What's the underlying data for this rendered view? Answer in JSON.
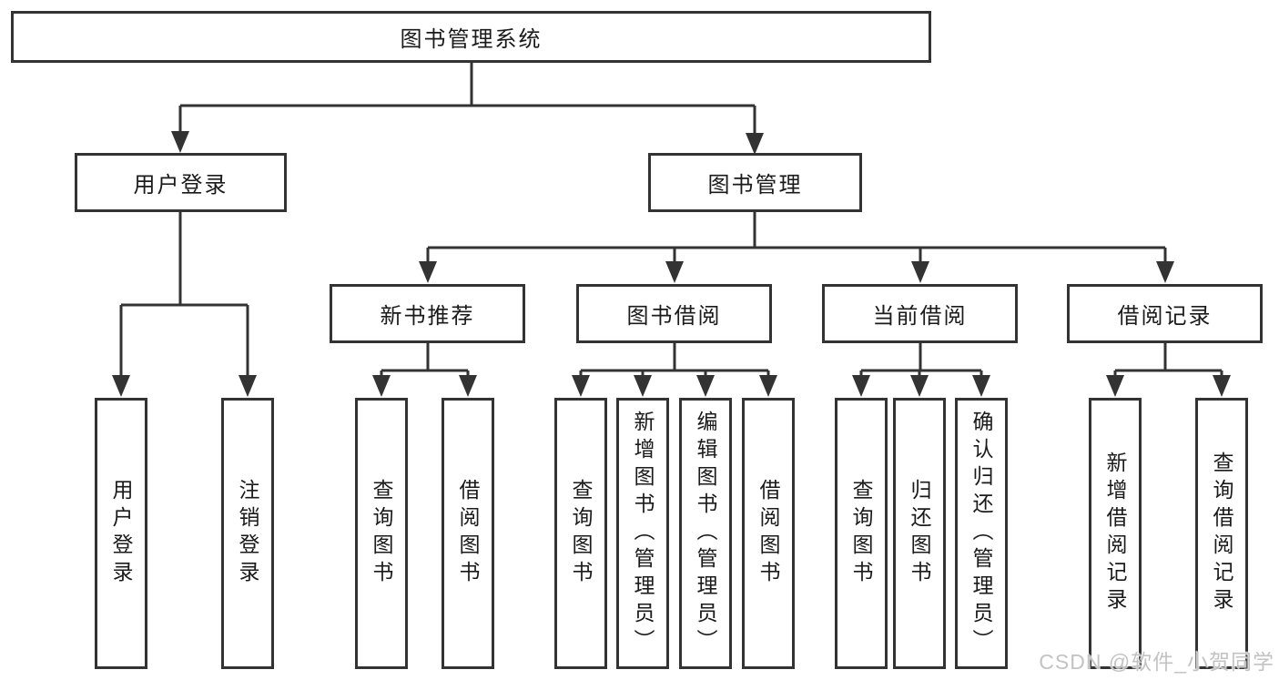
{
  "diagram": {
    "root": {
      "label": "图书管理系统"
    },
    "level2": [
      {
        "id": "user-login",
        "label": "用户登录"
      },
      {
        "id": "book-management",
        "label": "图书管理"
      }
    ],
    "level3": [
      {
        "id": "new-book-recommend",
        "label": "新书推荐"
      },
      {
        "id": "book-borrow",
        "label": "图书借阅"
      },
      {
        "id": "current-borrow",
        "label": "当前借阅"
      },
      {
        "id": "borrow-record",
        "label": "借阅记录"
      }
    ],
    "leaves": {
      "user_login": [
        "用户登录",
        "注销登录"
      ],
      "new_book_recommend": [
        "查询图书",
        "借阅图书"
      ],
      "book_borrow": [
        "查询图书",
        "新增图书（管理员）",
        "编辑图书（管理员）",
        "借阅图书"
      ],
      "current_borrow": [
        "查询图书",
        "归还图书",
        "确认归还（管理员）"
      ],
      "borrow_record": [
        "新增借阅记录",
        "查询借阅记录"
      ]
    }
  },
  "watermark": "CSDN @软件_小贺同学",
  "colors": {
    "line": "#333333",
    "text": "#1a1a1a",
    "background": "#ffffff",
    "watermark": "#c3c3c3"
  }
}
